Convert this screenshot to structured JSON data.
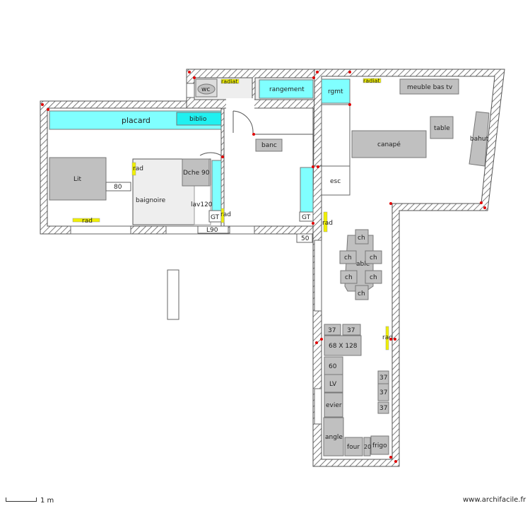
{
  "rooms_labels": {
    "placard": "placard",
    "biblio": "biblio",
    "lit": "Lit",
    "lit_width": "80",
    "rad": "rad",
    "radiat": "radiat",
    "baignoire": "baignoire",
    "douche": "Dche 90",
    "lavabo": "lav120",
    "gt": "GT",
    "l90": "L90",
    "w50": "50",
    "wc": "wc",
    "rangement": "rangement",
    "rgmt": "rgmt",
    "banc": "banc",
    "esc": "esc",
    "meuble_tv": "meuble bas tv",
    "canape": "canapé",
    "table": "table",
    "bahut": "bahut",
    "dining_table": "able",
    "chair": "ch",
    "kitchen": {
      "k37": "37",
      "k68": "68 X 128",
      "k60": "60",
      "lv": "LV",
      "evier": "evier",
      "angle": "angle",
      "four": "four",
      "k20": "20",
      "frigo": "frigo"
    }
  },
  "colors": {
    "wall_hatch": "#555555",
    "furniture": "#c0c0c0",
    "storage": "#80ffff",
    "radiator": "#f0f000",
    "marker": "#e00000"
  },
  "footer": {
    "scale_label": "1 m",
    "site": "www.archifacile.fr"
  }
}
